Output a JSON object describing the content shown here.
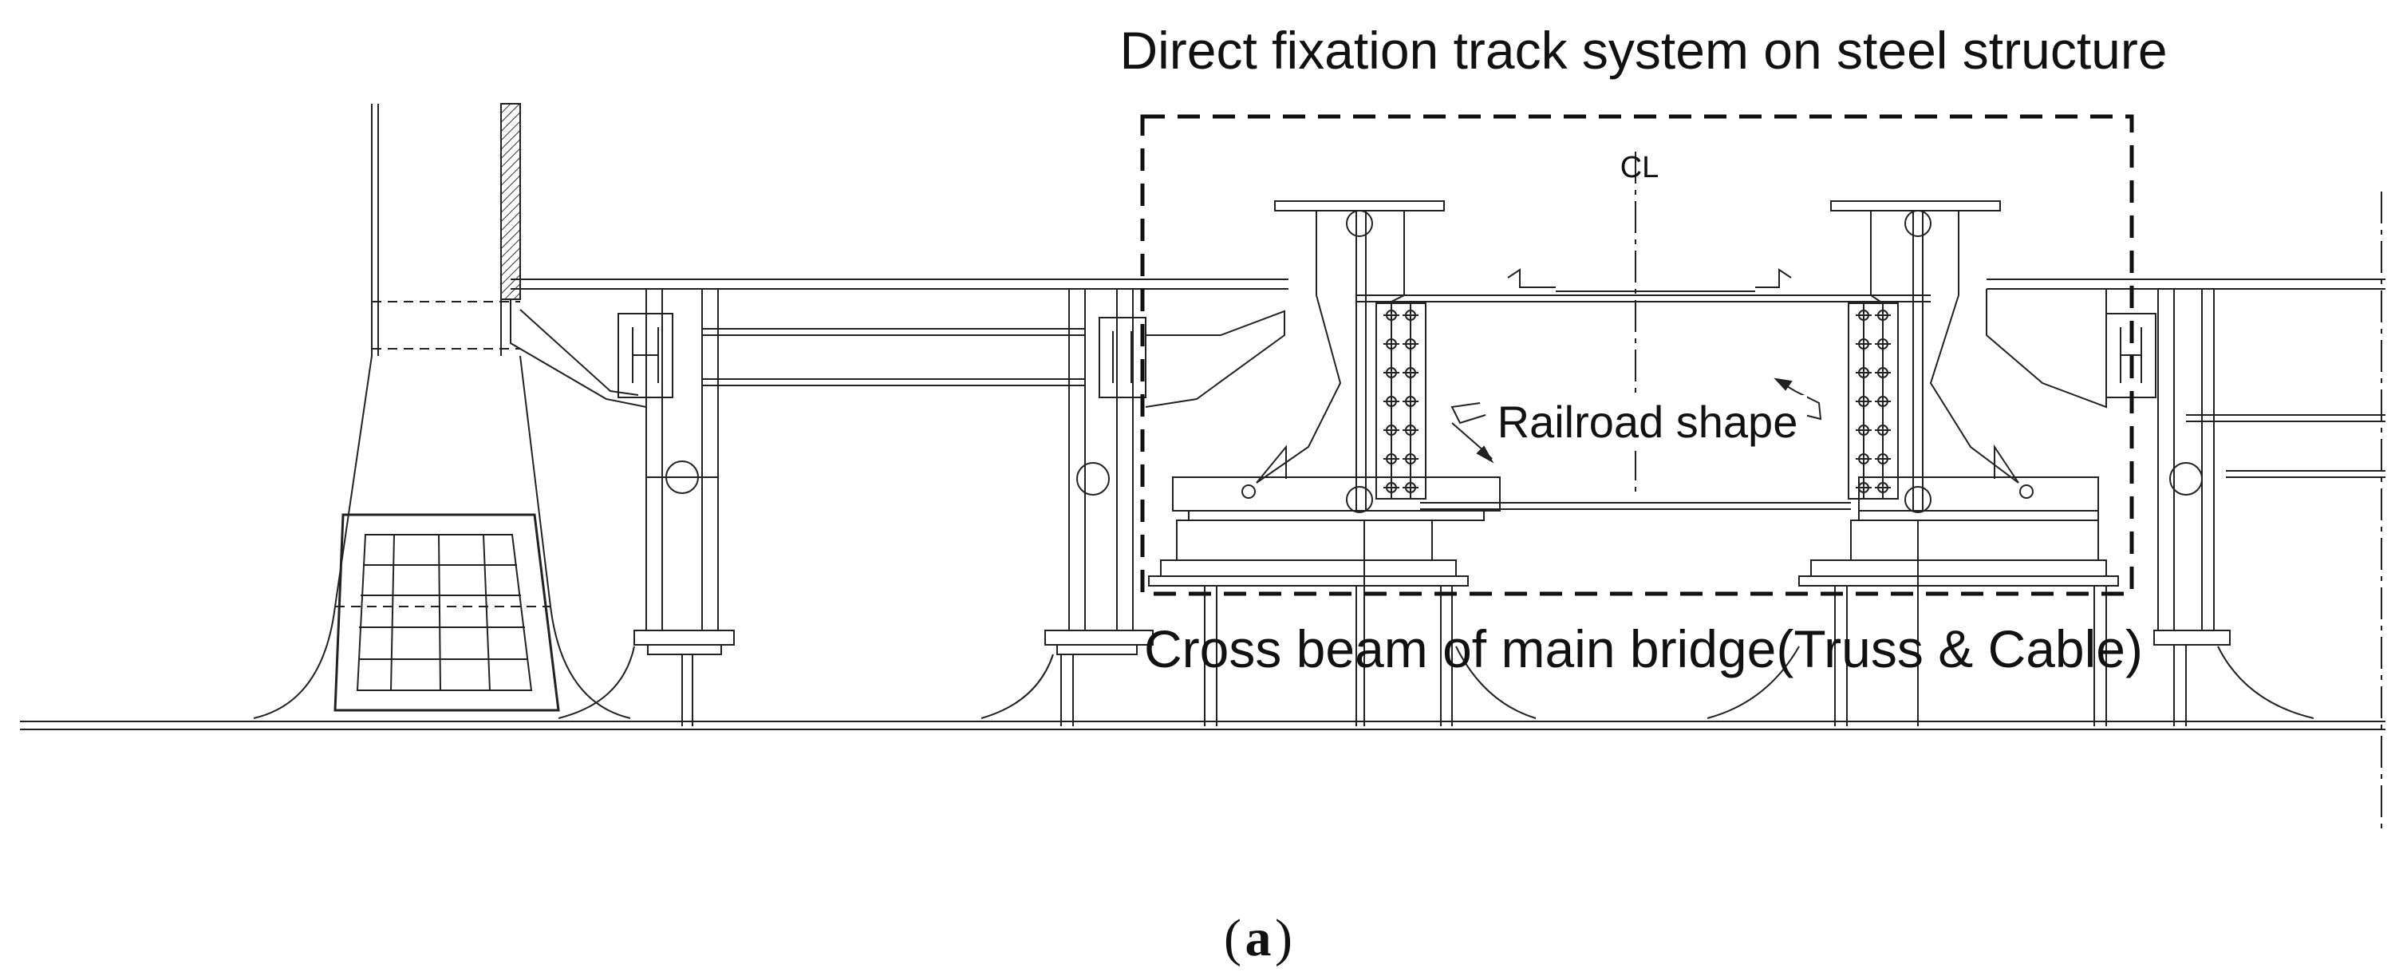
{
  "diagram": {
    "title": "Direct fixation track system on steel structure",
    "rail_label": "Railroad shape",
    "beam_label": "Cross beam of main bridge(Truss & Cable)",
    "centerline_mark": "CL",
    "caption_open": "(",
    "caption_letter": "a",
    "caption_close": ")"
  }
}
